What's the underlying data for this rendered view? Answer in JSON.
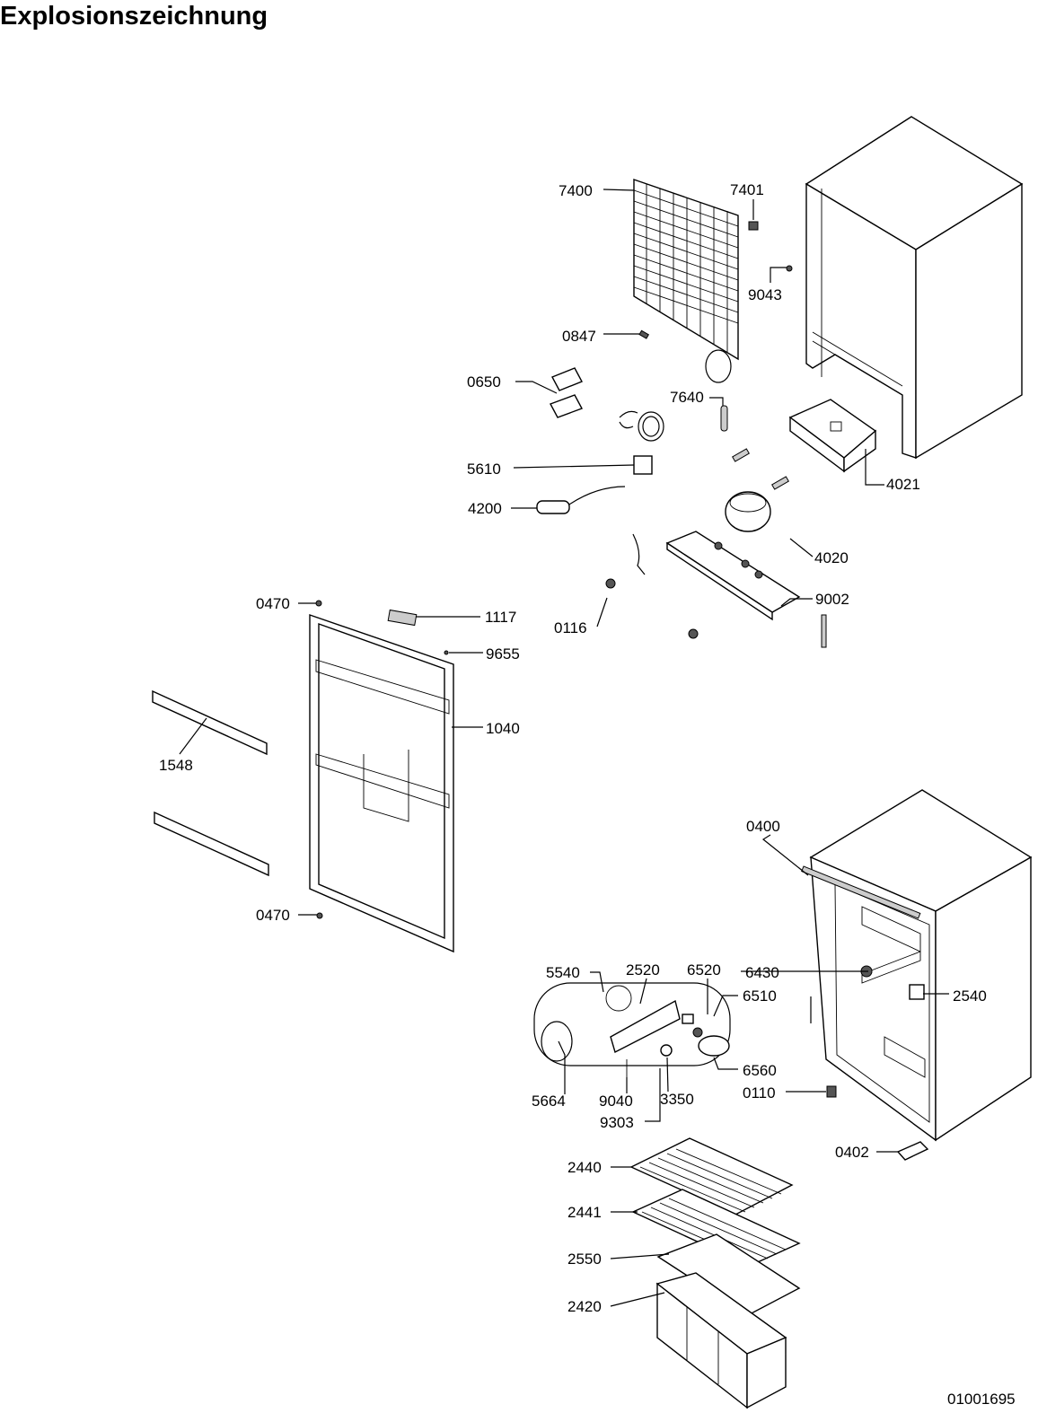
{
  "title": "Explosionszeichnung",
  "drawing_number": "01001695",
  "labels": {
    "l7400": "7400",
    "l7401": "7401",
    "l9043": "9043",
    "l0847": "0847",
    "l0650": "0650",
    "l7640": "7640",
    "l5610": "5610",
    "l4021": "4021",
    "l4200": "4200",
    "l4020": "4020",
    "l9002": "9002",
    "l0116": "0116",
    "l0470a": "0470",
    "l1117": "1117",
    "l9655": "9655",
    "l1040": "1040",
    "l1548": "1548",
    "l0470b": "0470",
    "l0400": "0400",
    "l5540": "5540",
    "l2520": "2520",
    "l6520": "6520",
    "l6430": "6430",
    "l6510": "6510",
    "l2540": "2540",
    "l6560": "6560",
    "l0110": "0110",
    "l5664": "5664",
    "l9040": "9040",
    "l3350": "3350",
    "l9303": "9303",
    "l0402": "0402",
    "l2440": "2440",
    "l2441": "2441",
    "l2550": "2550",
    "l2420": "2420"
  }
}
